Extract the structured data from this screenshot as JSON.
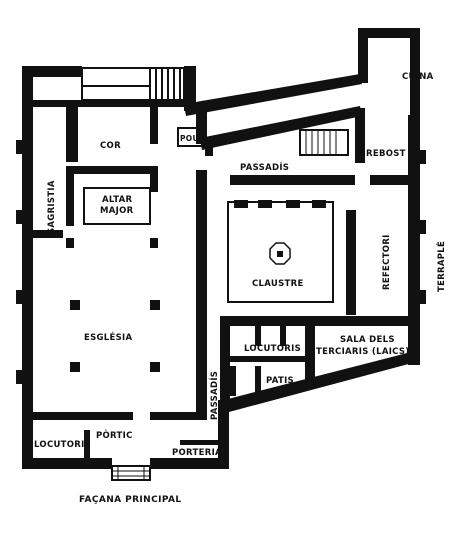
{
  "rooms": {
    "cuina": "CUINA",
    "cor": "COR",
    "pou": "POU",
    "rebost": "REBOST",
    "passadis_top": "PASSADÍS",
    "altar_line1": "ALTAR",
    "altar_line2": "MAJOR",
    "sagristia": "SAGRISTIA",
    "claustre": "CLAUSTRE",
    "refectori": "REFECTORI",
    "terraple": "TERRAPLÈ",
    "esglesia": "ESGLÉSIA",
    "sala_line1": "SALA  DELS",
    "sala_line2": "TERCIARIS (LAICS)",
    "locutoris_right": "LOCUTORIS",
    "patis": "PATIS",
    "passadis_side": "PASSADÍS",
    "portic": "PÒRTIC",
    "locutoris_left": "LOCUTORIS",
    "porteria": "PORTERIA"
  },
  "caption": "FAÇANA PRINCIPAL",
  "colors": {
    "wall": "#111111",
    "background": "#ffffff"
  }
}
